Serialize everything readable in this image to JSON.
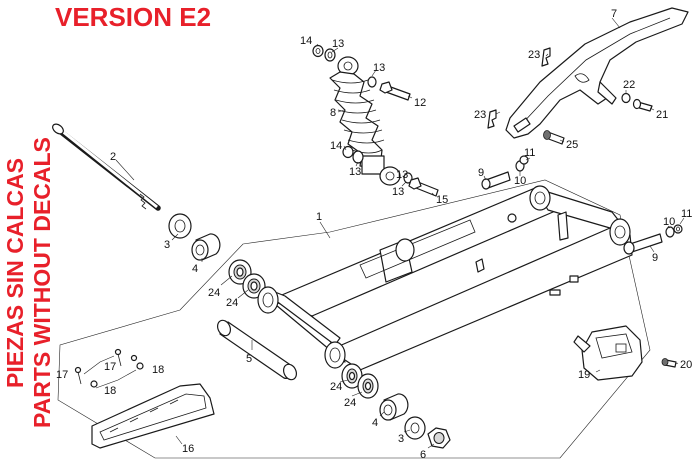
{
  "title": "VERSION E2",
  "side_text": {
    "line1": "PIEZAS SIN CALCAS",
    "line2": "PARTS WITHOUT DECALS"
  },
  "colors": {
    "title": "#e8202a",
    "line": "#1a1a1a"
  },
  "callouts": {
    "c1": "1",
    "c2": "2",
    "c3a": "3",
    "c3b": "3",
    "c4a": "4",
    "c4b": "4",
    "c5": "5",
    "c6": "6",
    "c7": "7",
    "c8": "8",
    "c9a": "9",
    "c9b": "9",
    "c10a": "10",
    "c10b": "10",
    "c11a": "11",
    "c11b": "11",
    "c12": "12",
    "c13a": "13",
    "c13b": "13",
    "c13c": "13",
    "c13d": "13",
    "c13e": "13",
    "c14a": "14",
    "c14b": "14",
    "c15": "15",
    "c16": "16",
    "c17a": "17",
    "c17b": "17",
    "c18a": "18",
    "c18b": "18",
    "c19": "19",
    "c20": "20",
    "c21": "21",
    "c22": "22",
    "c23a": "23",
    "c23b": "23",
    "c24a": "24",
    "c24b": "24",
    "c24c": "24",
    "c24d": "24",
    "c25": "25"
  }
}
